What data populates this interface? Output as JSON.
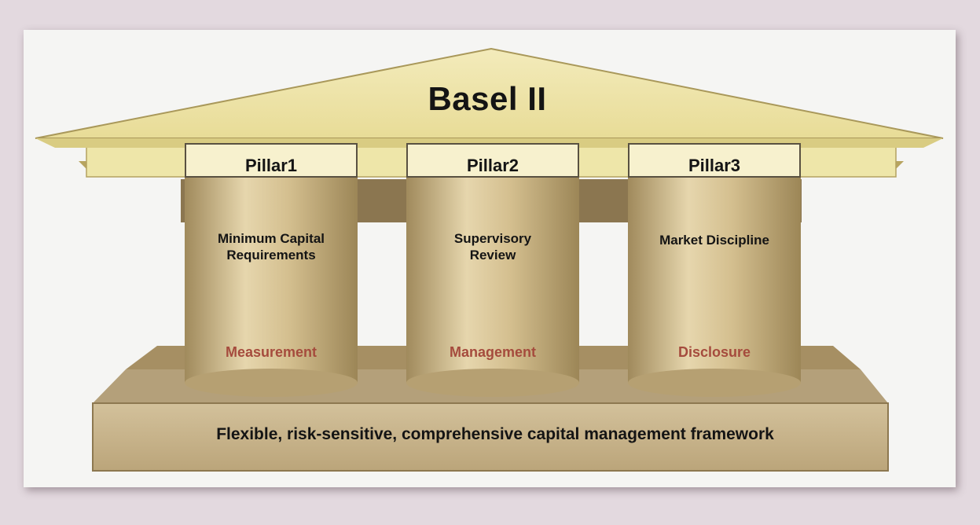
{
  "title": "Basel II",
  "pillars": [
    {
      "head": "Pillar1",
      "description": "Minimum Capital Requirements",
      "focus": "Measurement"
    },
    {
      "head": "Pillar2",
      "description": "Supervisory Review",
      "focus": "Management"
    },
    {
      "head": "Pillar3",
      "description": "Market Discipline",
      "focus": "Disclosure"
    }
  ],
  "foundation": "Flexible, risk-sensitive, comprehensive capital management framework",
  "colors": {
    "roof": "#efe5a8",
    "column": "#cfb98a",
    "base": "#c9b58d",
    "focus_text": "#a54b3d",
    "background": "#e3d9df"
  }
}
